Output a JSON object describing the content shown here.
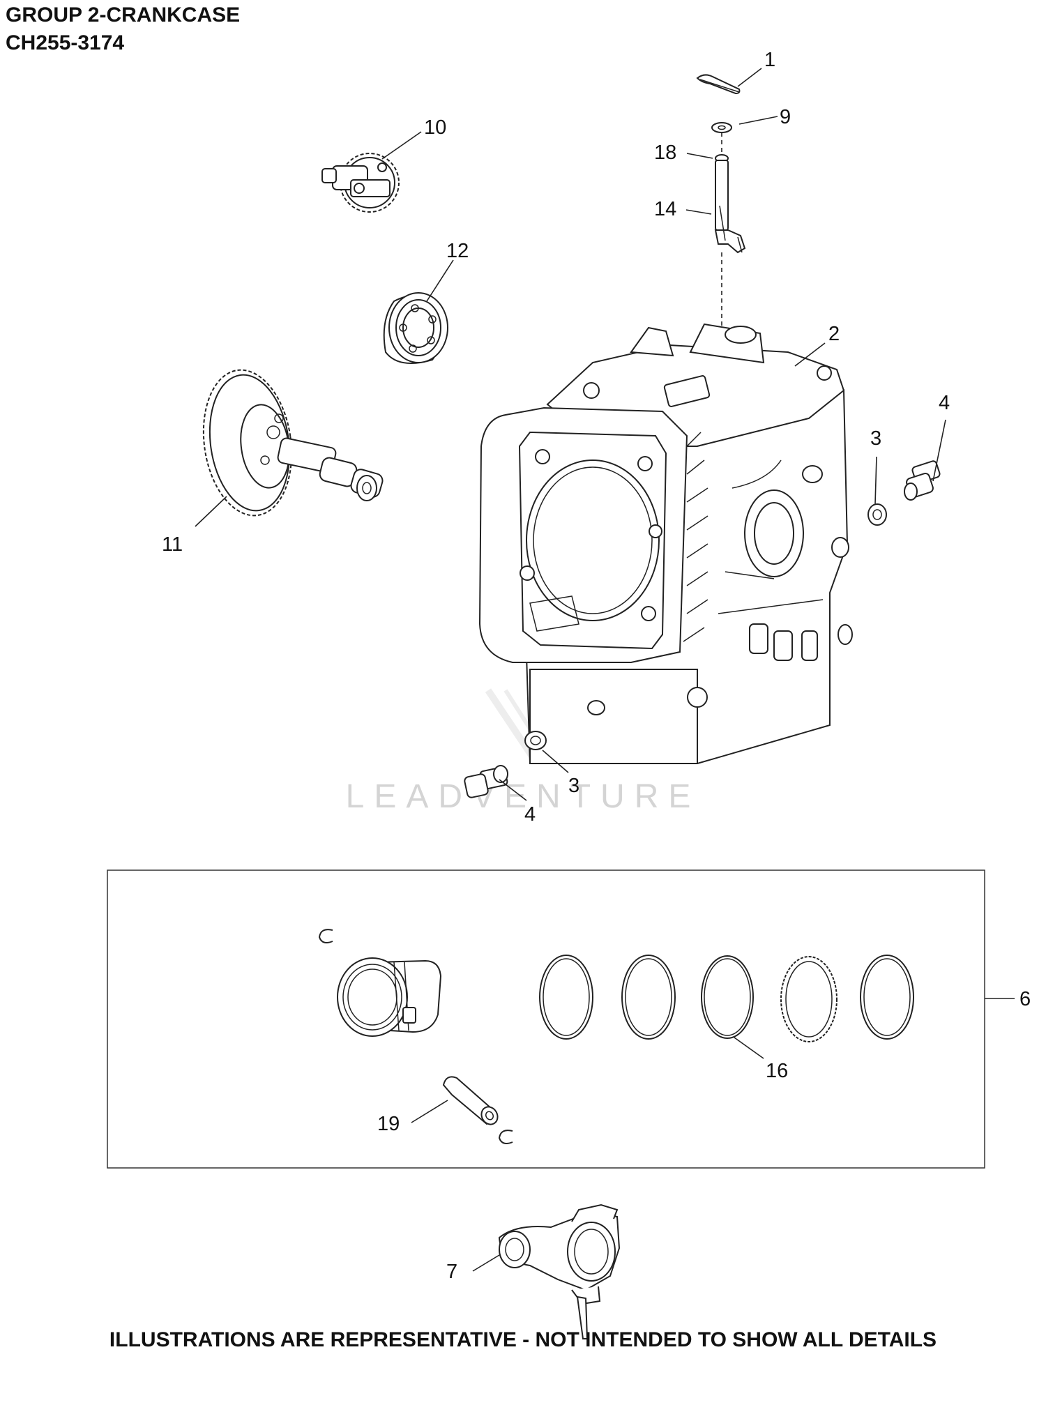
{
  "header": {
    "group_title": "GROUP 2-CRANKCASE",
    "model_code": "CH255-3174"
  },
  "watermark": "LEADVENTURE",
  "footer": {
    "disclaimer": "ILLUSTRATIONS ARE REPRESENTATIVE - NOT INTENDED TO SHOW ALL DETAILS"
  },
  "callouts": {
    "c1": "1",
    "c9": "9",
    "c18": "18",
    "c14": "14",
    "c10": "10",
    "c12": "12",
    "c2": "2",
    "c4a": "4",
    "c3a": "3",
    "c11": "11",
    "c3b": "3",
    "c4b": "4",
    "c6": "6",
    "c16": "16",
    "c19": "19",
    "c7": "7"
  }
}
